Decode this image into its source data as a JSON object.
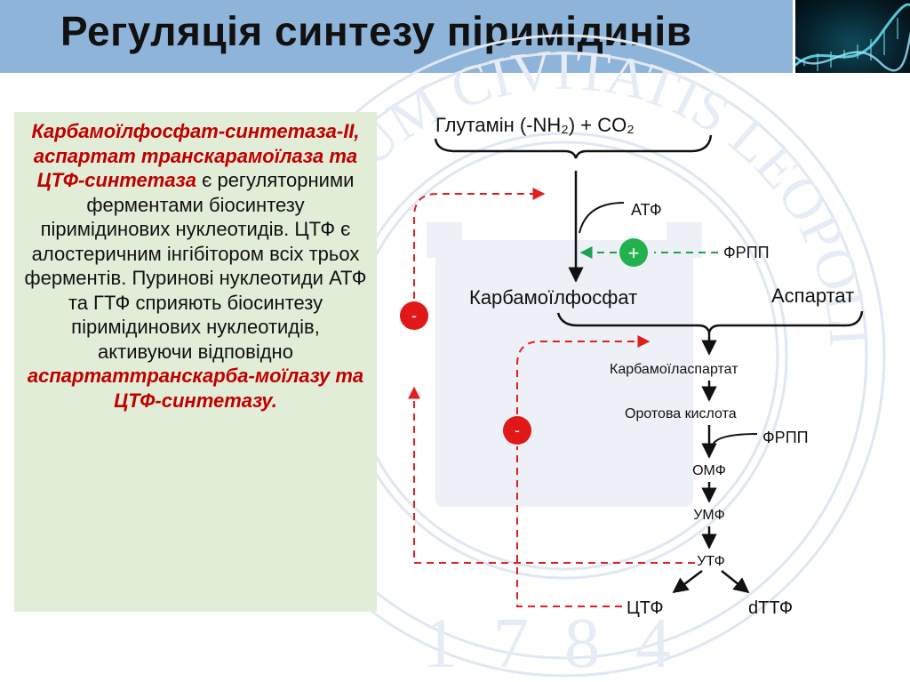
{
  "title": "Регуляція синтезу піримідинів",
  "panel": {
    "red_1": "Карбамоїлфосфат-синтетаза-ІІ, аспартат транскарамоїлаза та ЦТФ-синтетаза",
    "text_1": " є регуляторними ферментами біосинтезу піримідинових нуклеотидів. ЦТФ є алостеричним інгібітором всіх трьох ферментів. Пуринові нуклеотиди АТФ та ГТФ сприяють біосинтезу піримідинових нуклеотидів, активуючи відповідно ",
    "red_2": "аспартаттранскарба-моїлазу та ЦТФ-синтетазу."
  },
  "diagram": {
    "substrates": "Глутамін (-NH₂) + CO₂",
    "atp": "АТФ",
    "prpp_1": "ФРПП",
    "plus": "+",
    "carbamoyl_phosphate": "Карбамоїлфосфат",
    "aspartate": "Аспартат",
    "minus_1": "-",
    "minus_2": "-",
    "carbamoyl_aspartate": "Карбамоїласпартат",
    "orotic_acid": "Оротова кислота",
    "prpp_2": "ФРПП",
    "omp": "ОМФ",
    "ump": "УМФ",
    "utp": "УТФ",
    "ctp": "ЦТФ",
    "dttp": "dТТФ"
  },
  "watermark": {
    "year": "1784",
    "motto": "SIGILLUM CIVITATIS LEOPOLIENSIS"
  },
  "colors": {
    "title_bar": "#8fb4d9",
    "panel_bg": "#e2edd7",
    "inhibition": "#e02020",
    "activation": "#20a050"
  }
}
